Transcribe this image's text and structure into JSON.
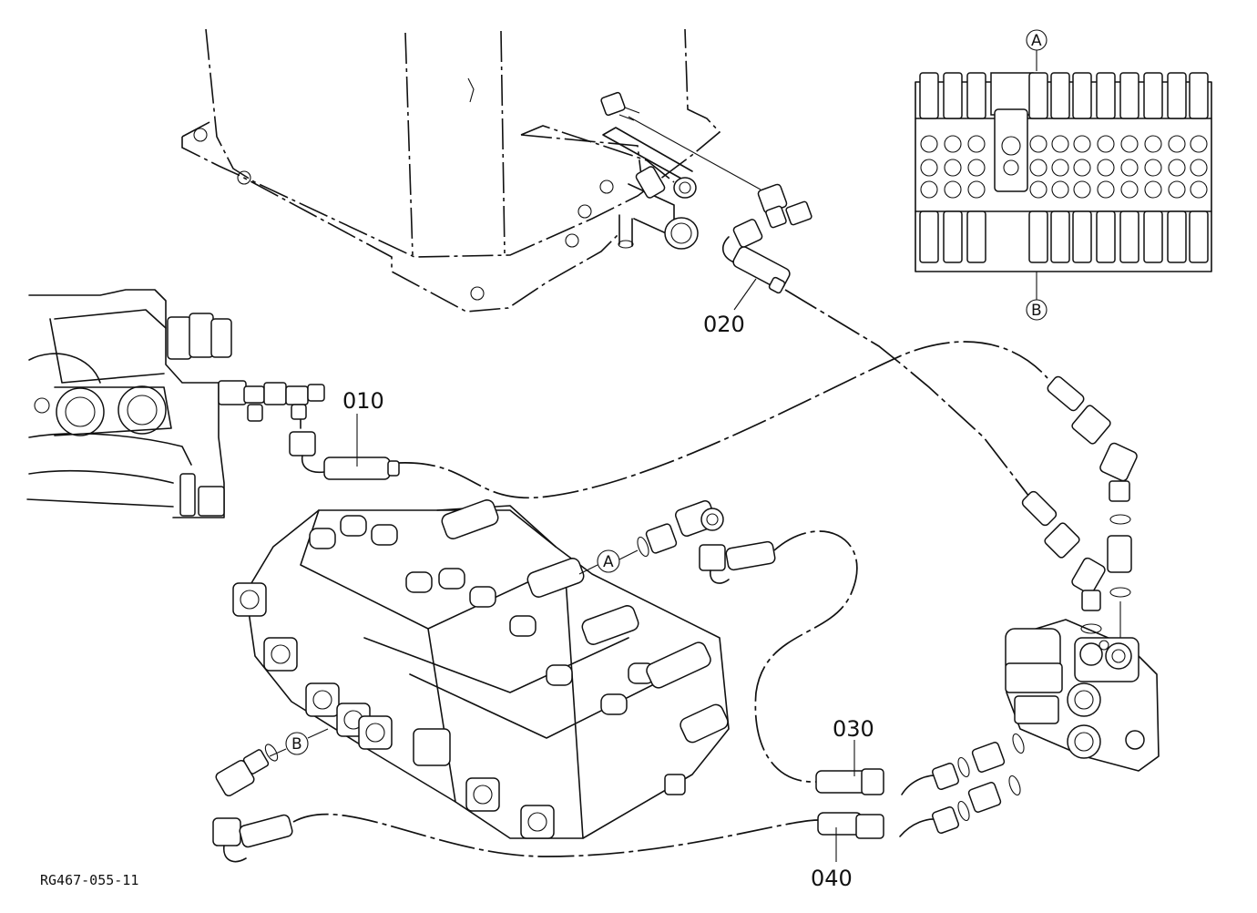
{
  "drawing_code": "RG467-055-11",
  "part_labels": {
    "p010": "010",
    "p020": "020",
    "p030": "030",
    "p040": "040"
  },
  "port_markers": {
    "a_top": "A",
    "b_top": "B",
    "a_main": "A",
    "b_main": "B"
  }
}
